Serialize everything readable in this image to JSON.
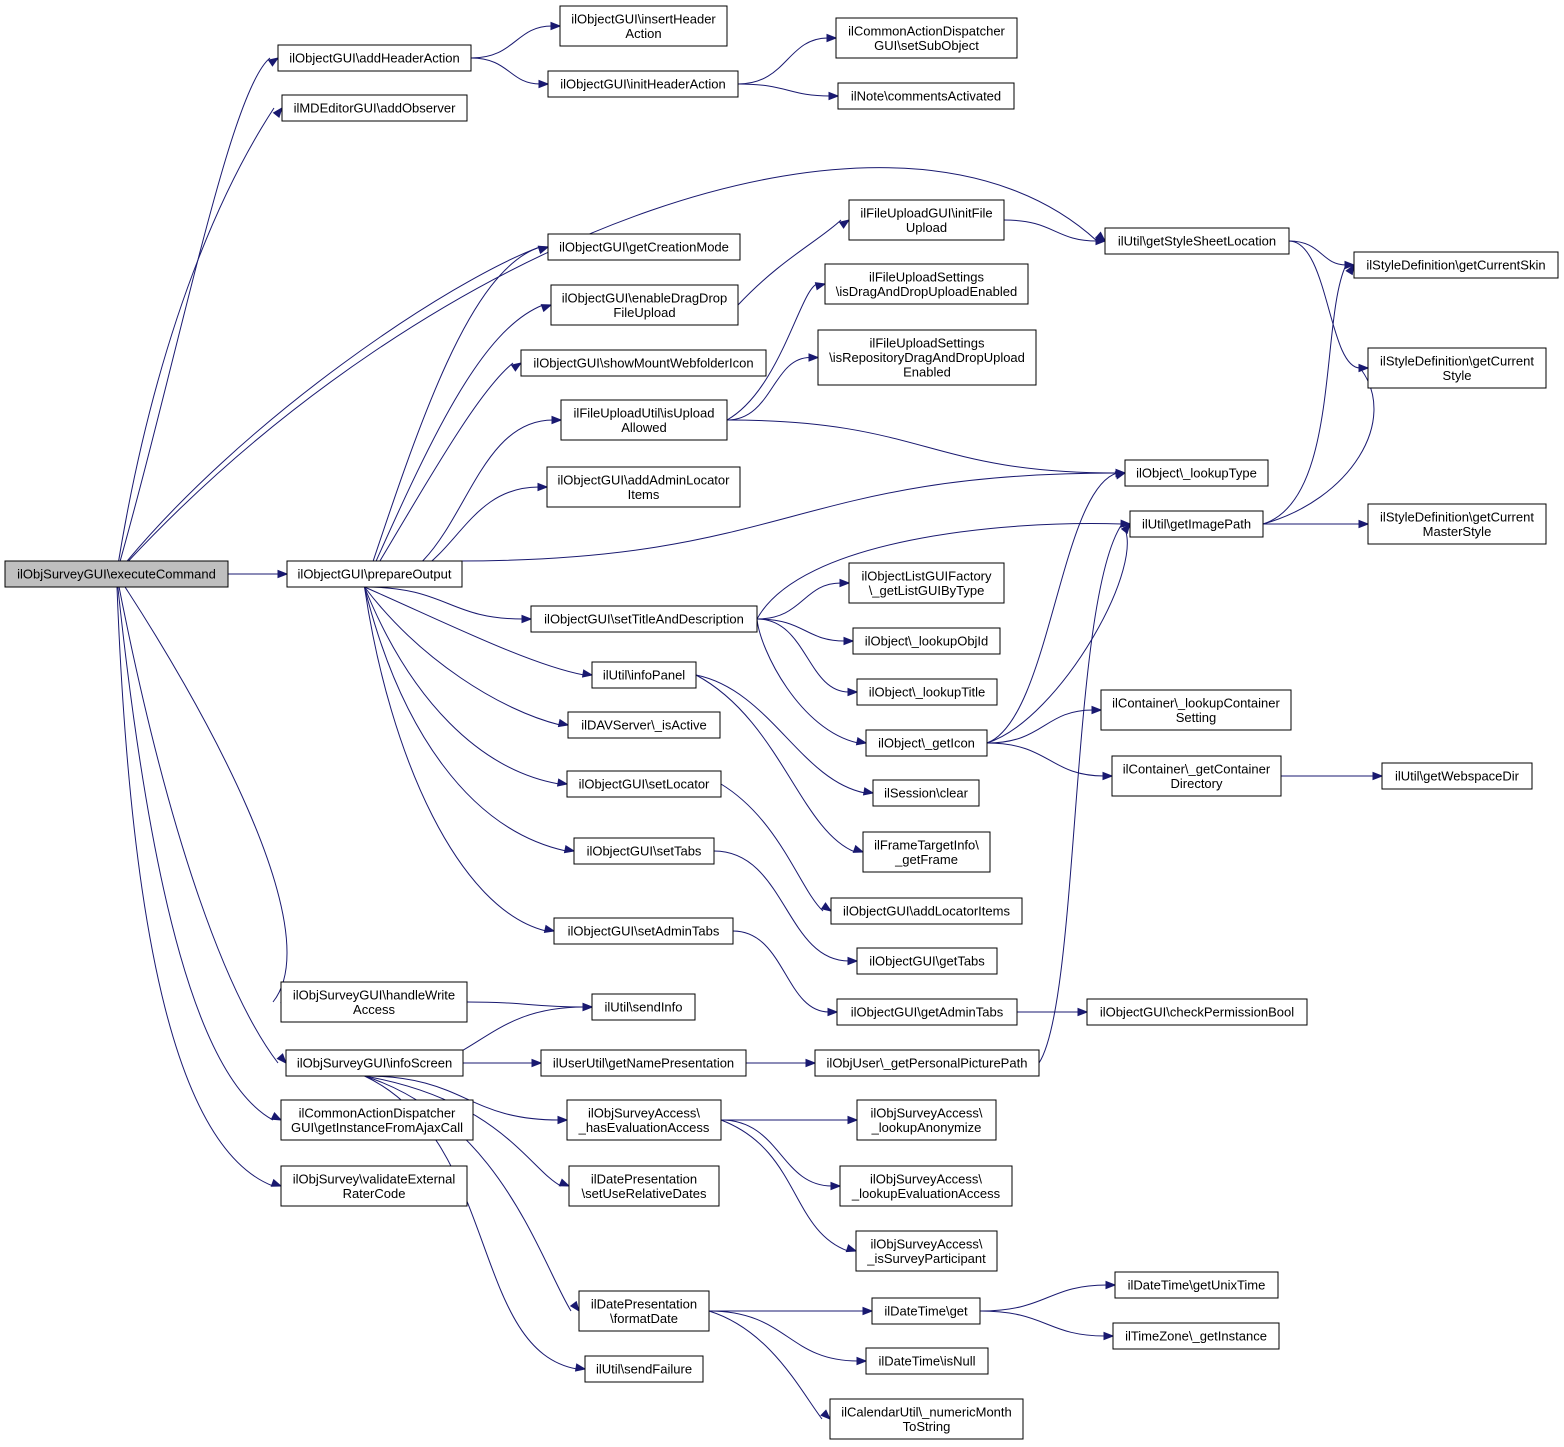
{
  "nodes": [
    {
      "id": "executeCommand",
      "lines": [
        "ilObjSurveyGUI\\executeCommand"
      ],
      "root": true
    },
    {
      "id": "addHeaderAction",
      "lines": [
        "ilObjectGUI\\addHeaderAction"
      ]
    },
    {
      "id": "addObserver",
      "lines": [
        "ilMDEditorGUI\\addObserver"
      ]
    },
    {
      "id": "prepareOutput",
      "lines": [
        "ilObjectGUI\\prepareOutput"
      ]
    },
    {
      "id": "handleWriteAccess",
      "lines": [
        "ilObjSurveyGUI\\handleWrite",
        "Access"
      ]
    },
    {
      "id": "infoScreen",
      "lines": [
        "ilObjSurveyGUI\\infoScreen"
      ]
    },
    {
      "id": "getInstanceFromAjaxCall",
      "lines": [
        "ilCommonActionDispatcher",
        "GUI\\getInstanceFromAjaxCall"
      ]
    },
    {
      "id": "validateExternalRaterCode",
      "lines": [
        "ilObjSurvey\\validateExternal",
        "RaterCode"
      ]
    },
    {
      "id": "insertHeaderAction",
      "lines": [
        "ilObjectGUI\\insertHeader",
        "Action"
      ]
    },
    {
      "id": "initHeaderAction",
      "lines": [
        "ilObjectGUI\\initHeaderAction"
      ]
    },
    {
      "id": "getCreationMode",
      "lines": [
        "ilObjectGUI\\getCreationMode"
      ]
    },
    {
      "id": "enableDragDropFileUpload",
      "lines": [
        "ilObjectGUI\\enableDragDrop",
        "FileUpload"
      ]
    },
    {
      "id": "showMountWebfolderIcon",
      "lines": [
        "ilObjectGUI\\showMountWebfolderIcon"
      ]
    },
    {
      "id": "isUploadAllowed",
      "lines": [
        "ilFileUploadUtil\\isUpload",
        "Allowed"
      ]
    },
    {
      "id": "addAdminLocatorItems",
      "lines": [
        "ilObjectGUI\\addAdminLocator",
        "Items"
      ]
    },
    {
      "id": "setTitleAndDescription",
      "lines": [
        "ilObjectGUI\\setTitleAndDescription"
      ]
    },
    {
      "id": "infoPanel",
      "lines": [
        "ilUtil\\infoPanel"
      ]
    },
    {
      "id": "isActive",
      "lines": [
        "ilDAVServer\\_isActive"
      ]
    },
    {
      "id": "setLocator",
      "lines": [
        "ilObjectGUI\\setLocator"
      ]
    },
    {
      "id": "setTabs",
      "lines": [
        "ilObjectGUI\\setTabs"
      ]
    },
    {
      "id": "setAdminTabs",
      "lines": [
        "ilObjectGUI\\setAdminTabs"
      ]
    },
    {
      "id": "sendInfo",
      "lines": [
        "ilUtil\\sendInfo"
      ]
    },
    {
      "id": "getNamePresentation",
      "lines": [
        "ilUserUtil\\getNamePresentation"
      ]
    },
    {
      "id": "hasEvaluationAccess",
      "lines": [
        "ilObjSurveyAccess\\",
        "_hasEvaluationAccess"
      ]
    },
    {
      "id": "setUseRelativeDates",
      "lines": [
        "ilDatePresentation",
        "\\setUseRelativeDates"
      ]
    },
    {
      "id": "formatDate",
      "lines": [
        "ilDatePresentation",
        "\\formatDate"
      ]
    },
    {
      "id": "sendFailure",
      "lines": [
        "ilUtil\\sendFailure"
      ]
    },
    {
      "id": "setSubObject",
      "lines": [
        "ilCommonActionDispatcher",
        "GUI\\setSubObject"
      ]
    },
    {
      "id": "commentsActivated",
      "lines": [
        "ilNote\\commentsActivated"
      ]
    },
    {
      "id": "initFileUpload",
      "lines": [
        "ilFileUploadGUI\\initFile",
        "Upload"
      ]
    },
    {
      "id": "isDragAndDropUploadEnabled",
      "lines": [
        "ilFileUploadSettings",
        "\\isDragAndDropUploadEnabled"
      ]
    },
    {
      "id": "isRepositoryDragAndDropUploadEnabled",
      "lines": [
        "ilFileUploadSettings",
        "\\isRepositoryDragAndDropUpload",
        "Enabled"
      ]
    },
    {
      "id": "getListGUIByType",
      "lines": [
        "ilObjectListGUIFactory",
        "\\_getListGUIByType"
      ]
    },
    {
      "id": "lookupObjId",
      "lines": [
        "ilObject\\_lookupObjId"
      ]
    },
    {
      "id": "lookupTitle",
      "lines": [
        "ilObject\\_lookupTitle"
      ]
    },
    {
      "id": "getIcon",
      "lines": [
        "ilObject\\_getIcon"
      ]
    },
    {
      "id": "clear",
      "lines": [
        "ilSession\\clear"
      ]
    },
    {
      "id": "getFrame",
      "lines": [
        "ilFrameTargetInfo\\",
        "_getFrame"
      ]
    },
    {
      "id": "addLocatorItems",
      "lines": [
        "ilObjectGUI\\addLocatorItems"
      ]
    },
    {
      "id": "getTabs",
      "lines": [
        "ilObjectGUI\\getTabs"
      ]
    },
    {
      "id": "getAdminTabs",
      "lines": [
        "ilObjectGUI\\getAdminTabs"
      ]
    },
    {
      "id": "getPersonalPicturePath",
      "lines": [
        "ilObjUser\\_getPersonalPicturePath"
      ]
    },
    {
      "id": "lookupAnonymize",
      "lines": [
        "ilObjSurveyAccess\\",
        "_lookupAnonymize"
      ]
    },
    {
      "id": "lookupEvaluationAccess",
      "lines": [
        "ilObjSurveyAccess\\",
        "_lookupEvaluationAccess"
      ]
    },
    {
      "id": "isSurveyParticipant",
      "lines": [
        "ilObjSurveyAccess\\",
        "_isSurveyParticipant"
      ]
    },
    {
      "id": "dtGet",
      "lines": [
        "ilDateTime\\get"
      ]
    },
    {
      "id": "dtIsNull",
      "lines": [
        "ilDateTime\\isNull"
      ]
    },
    {
      "id": "numericMonthToString",
      "lines": [
        "ilCalendarUtil\\_numericMonth",
        "ToString"
      ]
    },
    {
      "id": "getStyleSheetLocation",
      "lines": [
        "ilUtil\\getStyleSheetLocation"
      ]
    },
    {
      "id": "lookupType",
      "lines": [
        "ilObject\\_lookupType"
      ]
    },
    {
      "id": "getImagePath",
      "lines": [
        "ilUtil\\getImagePath"
      ]
    },
    {
      "id": "lookupContainerSetting",
      "lines": [
        "ilContainer\\_lookupContainer",
        "Setting"
      ]
    },
    {
      "id": "getContainerDirectory",
      "lines": [
        "ilContainer\\_getContainer",
        "Directory"
      ]
    },
    {
      "id": "checkPermissionBool",
      "lines": [
        "ilObjectGUI\\checkPermissionBool"
      ]
    },
    {
      "id": "getUnixTime",
      "lines": [
        "ilDateTime\\getUnixTime"
      ]
    },
    {
      "id": "getInstance",
      "lines": [
        "ilTimeZone\\_getInstance"
      ]
    },
    {
      "id": "getCurrentSkin",
      "lines": [
        "ilStyleDefinition\\getCurrentSkin"
      ]
    },
    {
      "id": "getCurrentStyle",
      "lines": [
        "ilStyleDefinition\\getCurrent",
        "Style"
      ]
    },
    {
      "id": "getCurrentMasterStyle",
      "lines": [
        "ilStyleDefinition\\getCurrent",
        "MasterStyle"
      ]
    },
    {
      "id": "getWebspaceDir",
      "lines": [
        "ilUtil\\getWebspaceDir"
      ]
    }
  ],
  "edges": [
    [
      "executeCommand",
      "addHeaderAction"
    ],
    [
      "executeCommand",
      "addObserver"
    ],
    [
      "executeCommand",
      "prepareOutput"
    ],
    [
      "executeCommand",
      "handleWriteAccess"
    ],
    [
      "executeCommand",
      "infoScreen"
    ],
    [
      "executeCommand",
      "getInstanceFromAjaxCall"
    ],
    [
      "executeCommand",
      "validateExternalRaterCode"
    ],
    [
      "executeCommand",
      "getCreationMode"
    ],
    [
      "executeCommand",
      "getStyleSheetLocation"
    ],
    [
      "addHeaderAction",
      "insertHeaderAction"
    ],
    [
      "addHeaderAction",
      "initHeaderAction"
    ],
    [
      "initHeaderAction",
      "setSubObject"
    ],
    [
      "initHeaderAction",
      "commentsActivated"
    ],
    [
      "prepareOutput",
      "getCreationMode"
    ],
    [
      "prepareOutput",
      "enableDragDropFileUpload"
    ],
    [
      "prepareOutput",
      "showMountWebfolderIcon"
    ],
    [
      "prepareOutput",
      "isUploadAllowed"
    ],
    [
      "prepareOutput",
      "addAdminLocatorItems"
    ],
    [
      "prepareOutput",
      "lookupType"
    ],
    [
      "prepareOutput",
      "setTitleAndDescription"
    ],
    [
      "prepareOutput",
      "infoPanel"
    ],
    [
      "prepareOutput",
      "isActive"
    ],
    [
      "prepareOutput",
      "setLocator"
    ],
    [
      "prepareOutput",
      "setTabs"
    ],
    [
      "prepareOutput",
      "setAdminTabs"
    ],
    [
      "enableDragDropFileUpload",
      "initFileUpload"
    ],
    [
      "initFileUpload",
      "getStyleSheetLocation"
    ],
    [
      "isUploadAllowed",
      "isDragAndDropUploadEnabled"
    ],
    [
      "isUploadAllowed",
      "isRepositoryDragAndDropUploadEnabled"
    ],
    [
      "isUploadAllowed",
      "lookupType"
    ],
    [
      "setTitleAndDescription",
      "getImagePath"
    ],
    [
      "setTitleAndDescription",
      "getListGUIByType"
    ],
    [
      "setTitleAndDescription",
      "lookupObjId"
    ],
    [
      "setTitleAndDescription",
      "lookupTitle"
    ],
    [
      "setTitleAndDescription",
      "getIcon"
    ],
    [
      "infoPanel",
      "clear"
    ],
    [
      "infoPanel",
      "getFrame"
    ],
    [
      "setLocator",
      "addLocatorItems"
    ],
    [
      "setTabs",
      "getTabs"
    ],
    [
      "setAdminTabs",
      "getAdminTabs"
    ],
    [
      "getAdminTabs",
      "checkPermissionBool"
    ],
    [
      "getIcon",
      "lookupType"
    ],
    [
      "getIcon",
      "getImagePath"
    ],
    [
      "getIcon",
      "lookupContainerSetting"
    ],
    [
      "getIcon",
      "getContainerDirectory"
    ],
    [
      "getContainerDirectory",
      "getWebspaceDir"
    ],
    [
      "getStyleSheetLocation",
      "getCurrentSkin"
    ],
    [
      "getStyleSheetLocation",
      "getCurrentStyle"
    ],
    [
      "getImagePath",
      "getCurrentSkin"
    ],
    [
      "getImagePath",
      "getCurrentStyle"
    ],
    [
      "getImagePath",
      "getCurrentMasterStyle"
    ],
    [
      "handleWriteAccess",
      "sendInfo"
    ],
    [
      "infoScreen",
      "sendInfo"
    ],
    [
      "infoScreen",
      "getNamePresentation"
    ],
    [
      "infoScreen",
      "hasEvaluationAccess"
    ],
    [
      "infoScreen",
      "setUseRelativeDates"
    ],
    [
      "infoScreen",
      "formatDate"
    ],
    [
      "infoScreen",
      "sendFailure"
    ],
    [
      "getNamePresentation",
      "getPersonalPicturePath"
    ],
    [
      "getPersonalPicturePath",
      "getImagePath"
    ],
    [
      "hasEvaluationAccess",
      "lookupAnonymize"
    ],
    [
      "hasEvaluationAccess",
      "lookupEvaluationAccess"
    ],
    [
      "hasEvaluationAccess",
      "isSurveyParticipant"
    ],
    [
      "formatDate",
      "dtGet"
    ],
    [
      "formatDate",
      "dtIsNull"
    ],
    [
      "formatDate",
      "numericMonthToString"
    ],
    [
      "dtGet",
      "getUnixTime"
    ],
    [
      "dtGet",
      "getInstance"
    ]
  ],
  "colors": {
    "edge": "#191970",
    "root_fill": "#bfbfbf",
    "node_fill": "#ffffff",
    "border": "#000000"
  }
}
